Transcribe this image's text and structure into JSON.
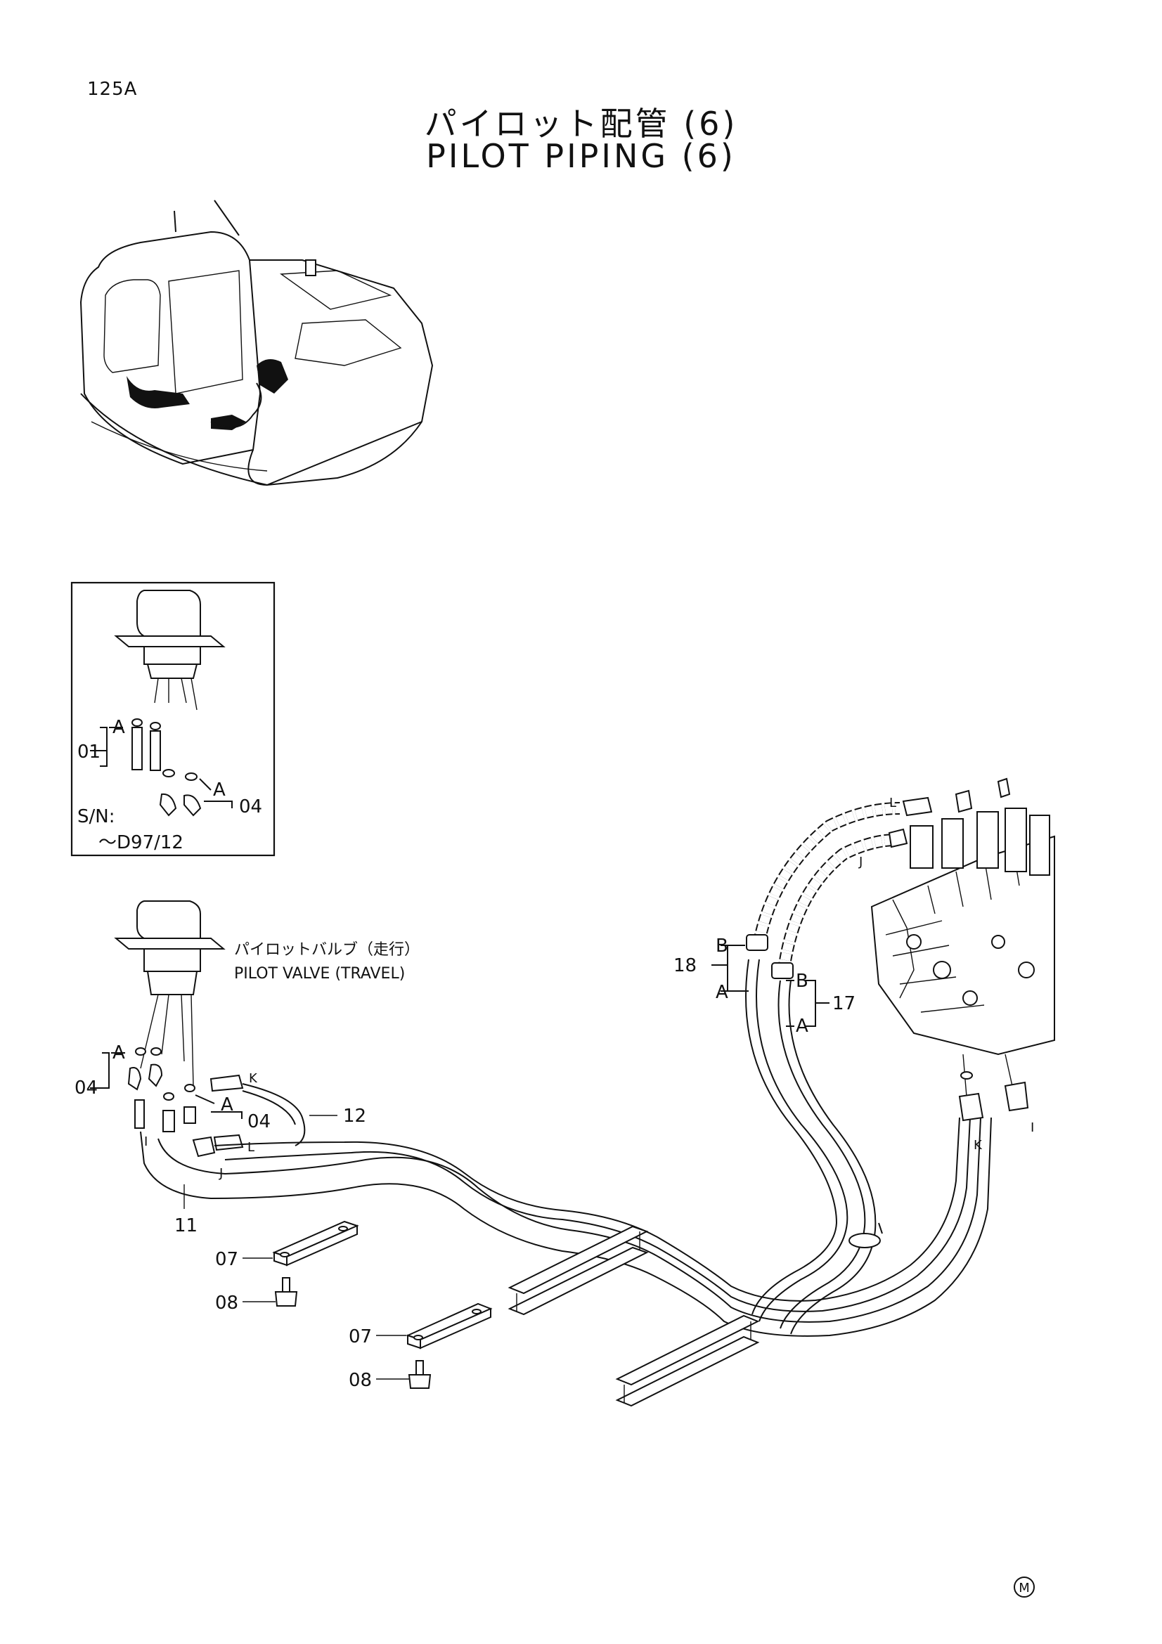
{
  "page": {
    "number": "125A",
    "title_jp": "パイロット配管 (6)",
    "title_en": "PILOT PIPING (6)"
  },
  "inset": {
    "sn_label": "S/N:",
    "sn_range": "～D97/12",
    "callouts": {
      "part_01": "01",
      "part_04": "04",
      "port_a1": "A",
      "port_a2": "A"
    }
  },
  "main": {
    "pilot_valve_jp": "パイロットバルブ（走行）",
    "pilot_valve_en": "PILOT VALVE (TRAVEL)",
    "callouts": {
      "part_04_left": "04",
      "part_04_right": "04",
      "part_11": "11",
      "part_12": "12",
      "part_07_a": "07",
      "part_08_a": "08",
      "part_07_b": "07",
      "part_08_b": "08",
      "part_17": "17",
      "part_18": "18",
      "port_a_left": "A",
      "port_a_right": "A",
      "port_a_18": "A",
      "port_b_18": "B",
      "port_a_17": "A",
      "port_b_17": "B"
    },
    "hose_letters": {
      "i_left": "I",
      "j_left": "J",
      "k_left": "K",
      "l_left": "L",
      "l_right": "L",
      "j_right": "J",
      "k_right": "K",
      "i_right": "I"
    }
  },
  "footer": {
    "mark": "M"
  }
}
